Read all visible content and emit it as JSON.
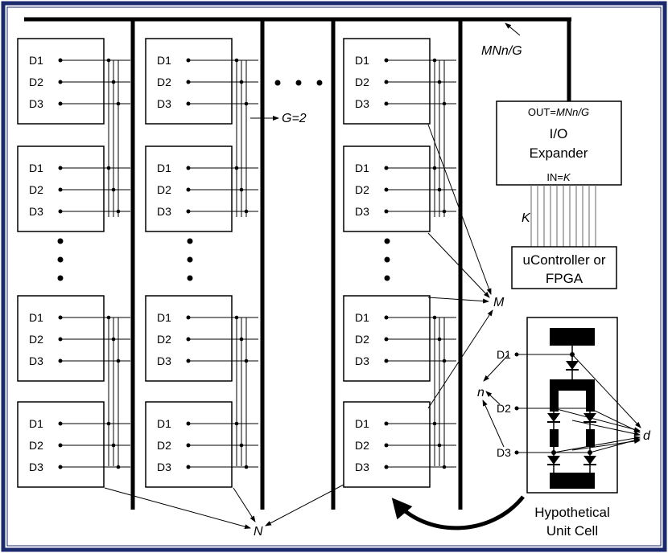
{
  "row_labels": [
    "D1",
    "D2",
    "D3"
  ],
  "labels": {
    "mnng": "MNn/G",
    "g_eq": "G=2",
    "k": "K",
    "m": "M",
    "n_big": "N",
    "n_small": "n",
    "d_small": "d"
  },
  "io_expander": {
    "out_prefix": "OUT=",
    "out_var": "MNn/G",
    "title_line1": "I/O",
    "title_line2": "Expander",
    "in_prefix": "IN=",
    "in_var": "K"
  },
  "controller": {
    "line1": "uController or",
    "line2": "FPGA"
  },
  "unit_cell": {
    "row_labels": [
      "D1",
      "D2",
      "D3"
    ],
    "caption_line1": "Hypothetical",
    "caption_line2": "Unit Cell"
  },
  "colors": {
    "frame": "#1a2a6c",
    "ink": "#000000",
    "background": "#ffffff"
  }
}
